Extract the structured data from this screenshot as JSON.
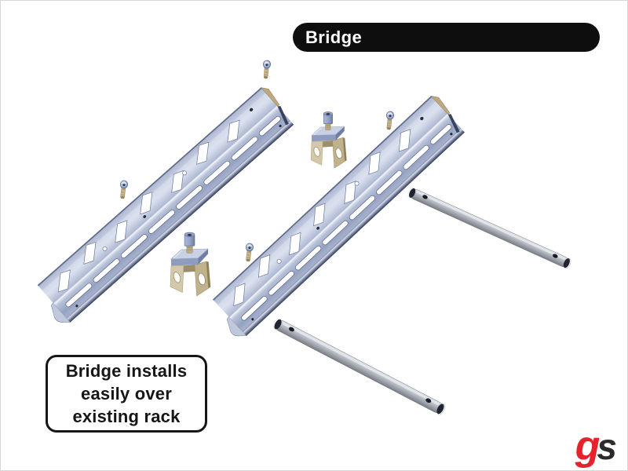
{
  "banner": {
    "label": "Bridge",
    "background": "#0e0e0e",
    "text_color": "#ffffff"
  },
  "callout": {
    "lines": [
      "Bridge installs",
      "easily over",
      "existing rack"
    ],
    "border_color": "#161616",
    "text_color": "#161616",
    "background": "#ffffff"
  },
  "logo": {
    "g": "g",
    "s": "s",
    "g_color": "#e8222d",
    "s_color": "#2b2b2b"
  },
  "palette": {
    "rail_top_face": "#c8d0e3",
    "rail_side_face": "#96a2c2",
    "rail_dark_edge": "#39435e",
    "bracket_tan": "#c6b998",
    "bracket_tan_dark": "#8d7f57",
    "tube_gray": "#a7abb3",
    "tube_end_dark": "#20242e",
    "bolt_head_blue": "#93a3c6",
    "screw_shank_tan": "#c6b58a",
    "background": "#ffffff"
  }
}
